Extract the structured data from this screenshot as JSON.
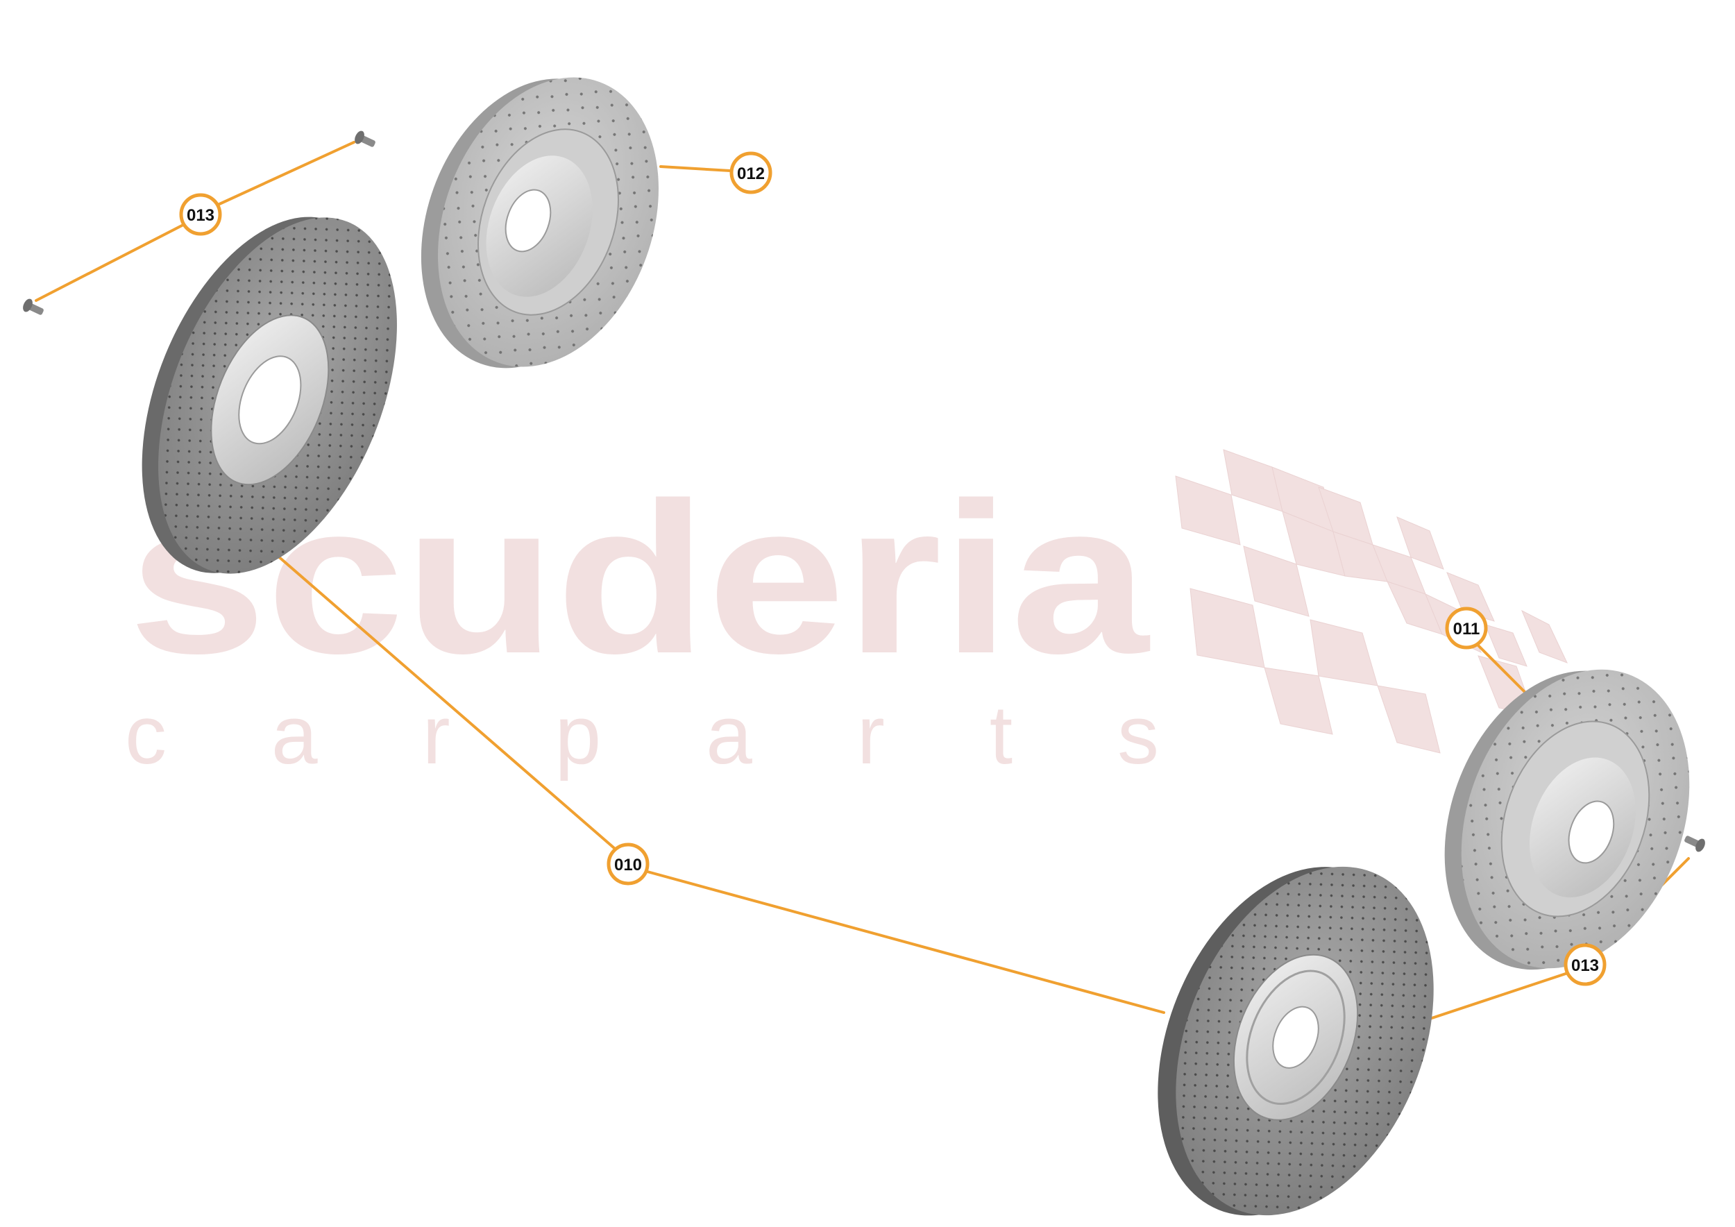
{
  "diagram": {
    "type": "exploded-parts-diagram",
    "subject": "brake discs",
    "watermark": {
      "brand": "scuderia",
      "tagline": "c a r   p a r t s",
      "color": "#f2e0e0"
    },
    "accent_color": "#f0a030",
    "callouts": [
      {
        "id": "callout-013-left",
        "label": "013",
        "part": "screw"
      },
      {
        "id": "callout-012",
        "label": "012",
        "part": "brake-disc"
      },
      {
        "id": "callout-010",
        "label": "010",
        "part": "brake-disc"
      },
      {
        "id": "callout-011",
        "label": "011",
        "part": "brake-disc"
      },
      {
        "id": "callout-013-right",
        "label": "013",
        "part": "screw"
      }
    ]
  }
}
